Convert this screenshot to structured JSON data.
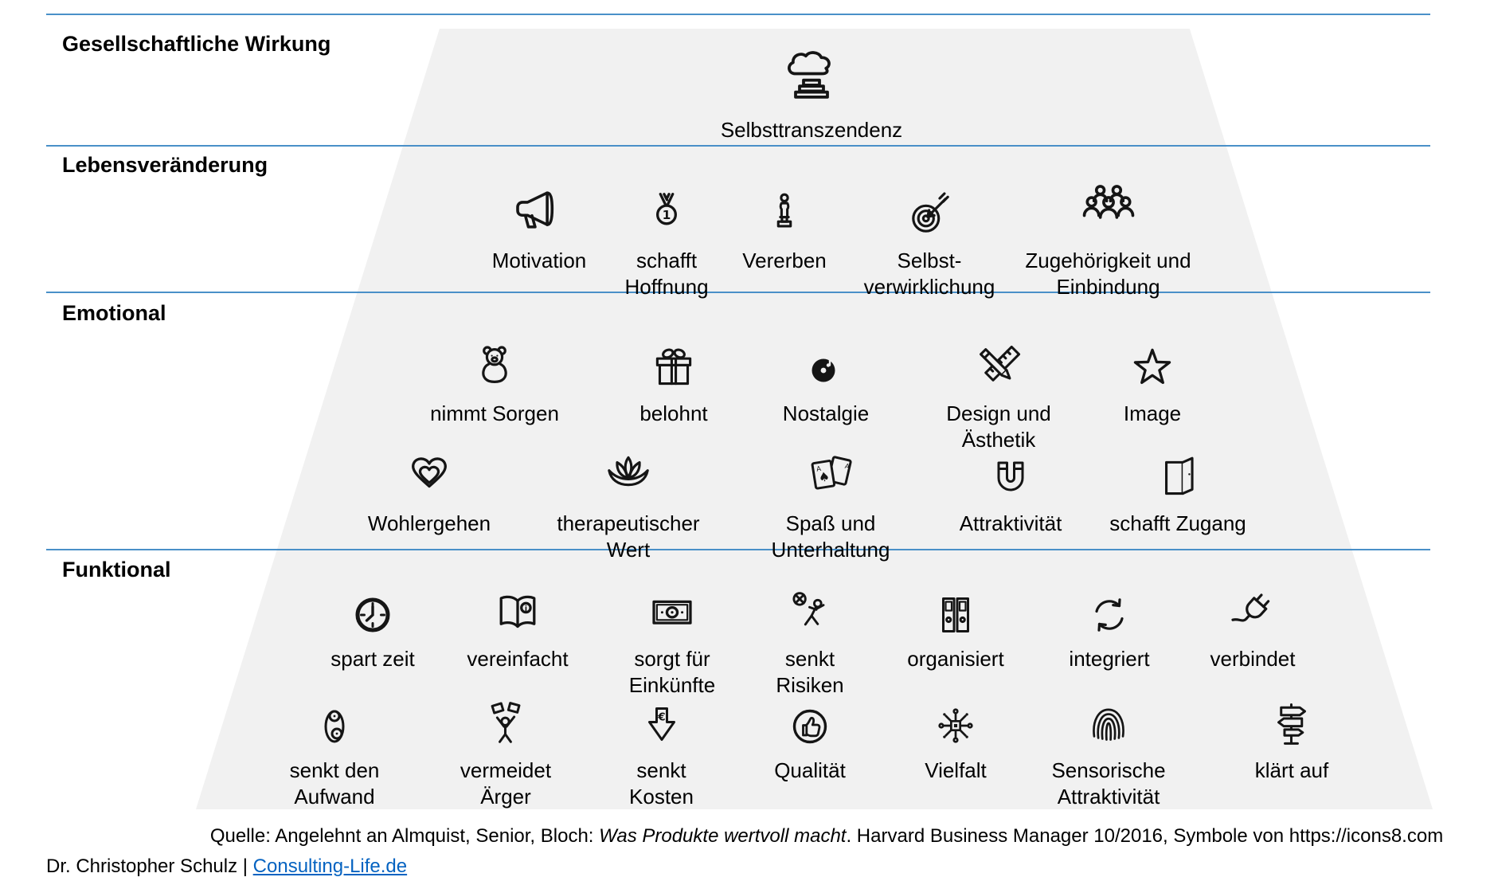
{
  "colors": {
    "lineBlue": "#4A90C8",
    "pyramidFill": "#F1F1F1",
    "linkBlue": "#0563C1",
    "iconInk": "#151515"
  },
  "levels": [
    {
      "label": "Gesellschaftliche Wirkung",
      "items": [
        {
          "icon": "cloud-podium-icon",
          "label": "Selbsttranszendenz"
        }
      ]
    },
    {
      "label": "Lebensveränderung",
      "items": [
        {
          "icon": "megaphone-icon",
          "label": "Motivation"
        },
        {
          "icon": "medal-icon",
          "label": "schafft Hoffnung"
        },
        {
          "icon": "award-statue-icon",
          "label": "Vererben"
        },
        {
          "icon": "target-arrow-icon",
          "label": "Selbst-verwirklichung"
        },
        {
          "icon": "people-group-icon",
          "label": "Zugehörigkeit und Einbindung"
        }
      ]
    },
    {
      "label": "Emotional",
      "items": [
        {
          "icon": "teddy-bear-icon",
          "label": "nimmt Sorgen"
        },
        {
          "icon": "gift-icon",
          "label": "belohnt"
        },
        {
          "icon": "vinyl-record-icon",
          "label": "Nostalgie"
        },
        {
          "icon": "ruler-pencil-icon",
          "label": "Design und Ästhetik"
        },
        {
          "icon": "star-icon",
          "label": "Image"
        },
        {
          "icon": "layered-heart-icon",
          "label": "Wohlergehen"
        },
        {
          "icon": "lotus-icon",
          "label": "therapeutischer Wert"
        },
        {
          "icon": "playing-cards-icon",
          "label": "Spaß und Unterhaltung"
        },
        {
          "icon": "magnet-icon",
          "label": "Attraktivität"
        },
        {
          "icon": "open-door-icon",
          "label": "schafft Zugang"
        }
      ]
    },
    {
      "label": "Funktional",
      "items": [
        {
          "icon": "clock-icon",
          "label": "spart zeit"
        },
        {
          "icon": "book-info-icon",
          "label": "vereinfacht"
        },
        {
          "icon": "banknote-icon",
          "label": "sorgt für Einkünfte"
        },
        {
          "icon": "risk-person-icon",
          "label": "senkt Risiken"
        },
        {
          "icon": "binders-icon",
          "label": "organisiert"
        },
        {
          "icon": "sync-arrows-icon",
          "label": "integriert"
        },
        {
          "icon": "plug-icon",
          "label": "verbindet"
        },
        {
          "icon": "pulley-icon",
          "label": "senkt den Aufwand"
        },
        {
          "icon": "falling-boxes-person-icon",
          "label": "vermeidet Ärger"
        },
        {
          "icon": "euro-down-arrow-icon",
          "label": "senkt Kosten"
        },
        {
          "icon": "thumbs-up-icon",
          "label": "Qualität"
        },
        {
          "icon": "network-nodes-icon",
          "label": "Vielfalt"
        },
        {
          "icon": "fingerprint-icon",
          "label": "Sensorische Attraktivität"
        },
        {
          "icon": "signpost-icon",
          "label": "klärt auf"
        }
      ]
    }
  ],
  "source": {
    "prefix": "Quelle: Angelehnt an Almquist, Senior, Bloch: ",
    "title_italic": "Was Produkte wertvoll macht",
    "suffix": ". Harvard Business Manager 10/2016, Symbole von https://icons8.com"
  },
  "footer": {
    "author_prefix": "Dr. Christopher Schulz | ",
    "link_label": "Consulting-Life.de"
  }
}
